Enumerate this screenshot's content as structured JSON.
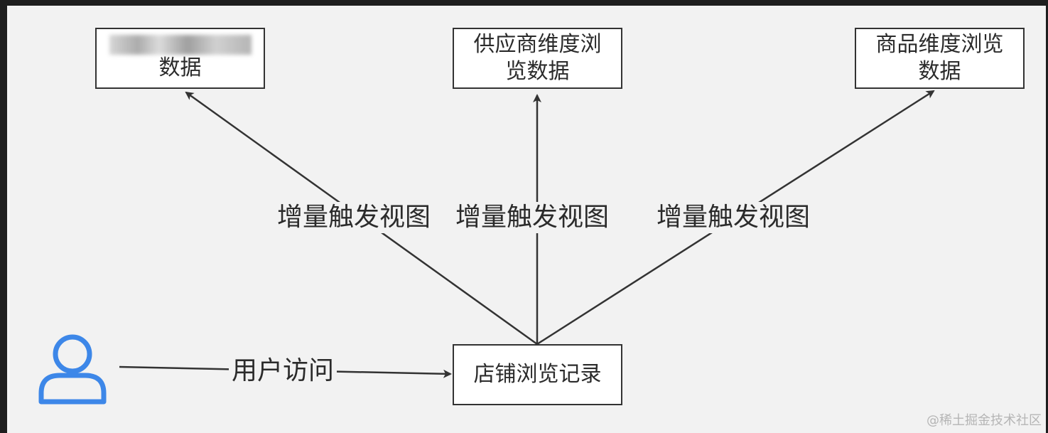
{
  "nodes": {
    "left_top": {
      "line1_redacted": true,
      "line2": "数据"
    },
    "supplier": {
      "line1": "供应商维度浏",
      "line2": "览数据"
    },
    "product": {
      "line1": "商品维度浏览",
      "line2": "数据"
    },
    "store_record": {
      "label": "店铺浏览记录"
    }
  },
  "edges": {
    "trigger_left": "增量触发视图",
    "trigger_mid": "增量触发视图",
    "trigger_right": "增量触发视图",
    "user_access": "用户访问"
  },
  "icons": {
    "user": "user-icon"
  },
  "colors": {
    "user_icon": "#3d87e8",
    "line": "#333333",
    "canvas": "#f2f2f2",
    "frame": "#1e1e1e"
  },
  "watermark": "@稀土掘金技术社区"
}
